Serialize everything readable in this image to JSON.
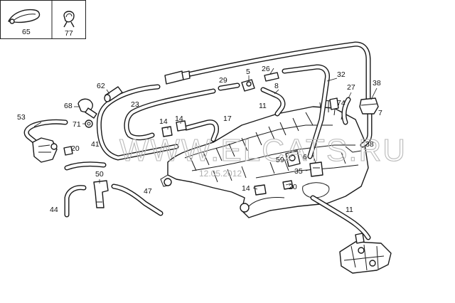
{
  "inset_labels": {
    "clip_65": "65",
    "clamp_77": "77"
  },
  "callouts": {
    "c62": "62",
    "c29": "29",
    "c5": "5",
    "c26": "26",
    "c32": "32",
    "c38a": "38",
    "c27": "27",
    "c8": "8",
    "c68": "68",
    "c23": "23",
    "c74": "74",
    "c7": "7",
    "c53": "53",
    "c71": "71",
    "c14a": "14",
    "c14b": "14",
    "c17": "17",
    "c11a": "11",
    "c20a": "20",
    "c41": "41",
    "c6": "6",
    "c38b": "38",
    "c59": "59",
    "c35": "35",
    "c50": "50",
    "c47": "47",
    "c14c": "14",
    "c20b": "20",
    "c44": "44",
    "c11b": "11"
  },
  "watermark": {
    "text": "WWW.ELCATS.RU",
    "date": "12.05.2012"
  }
}
